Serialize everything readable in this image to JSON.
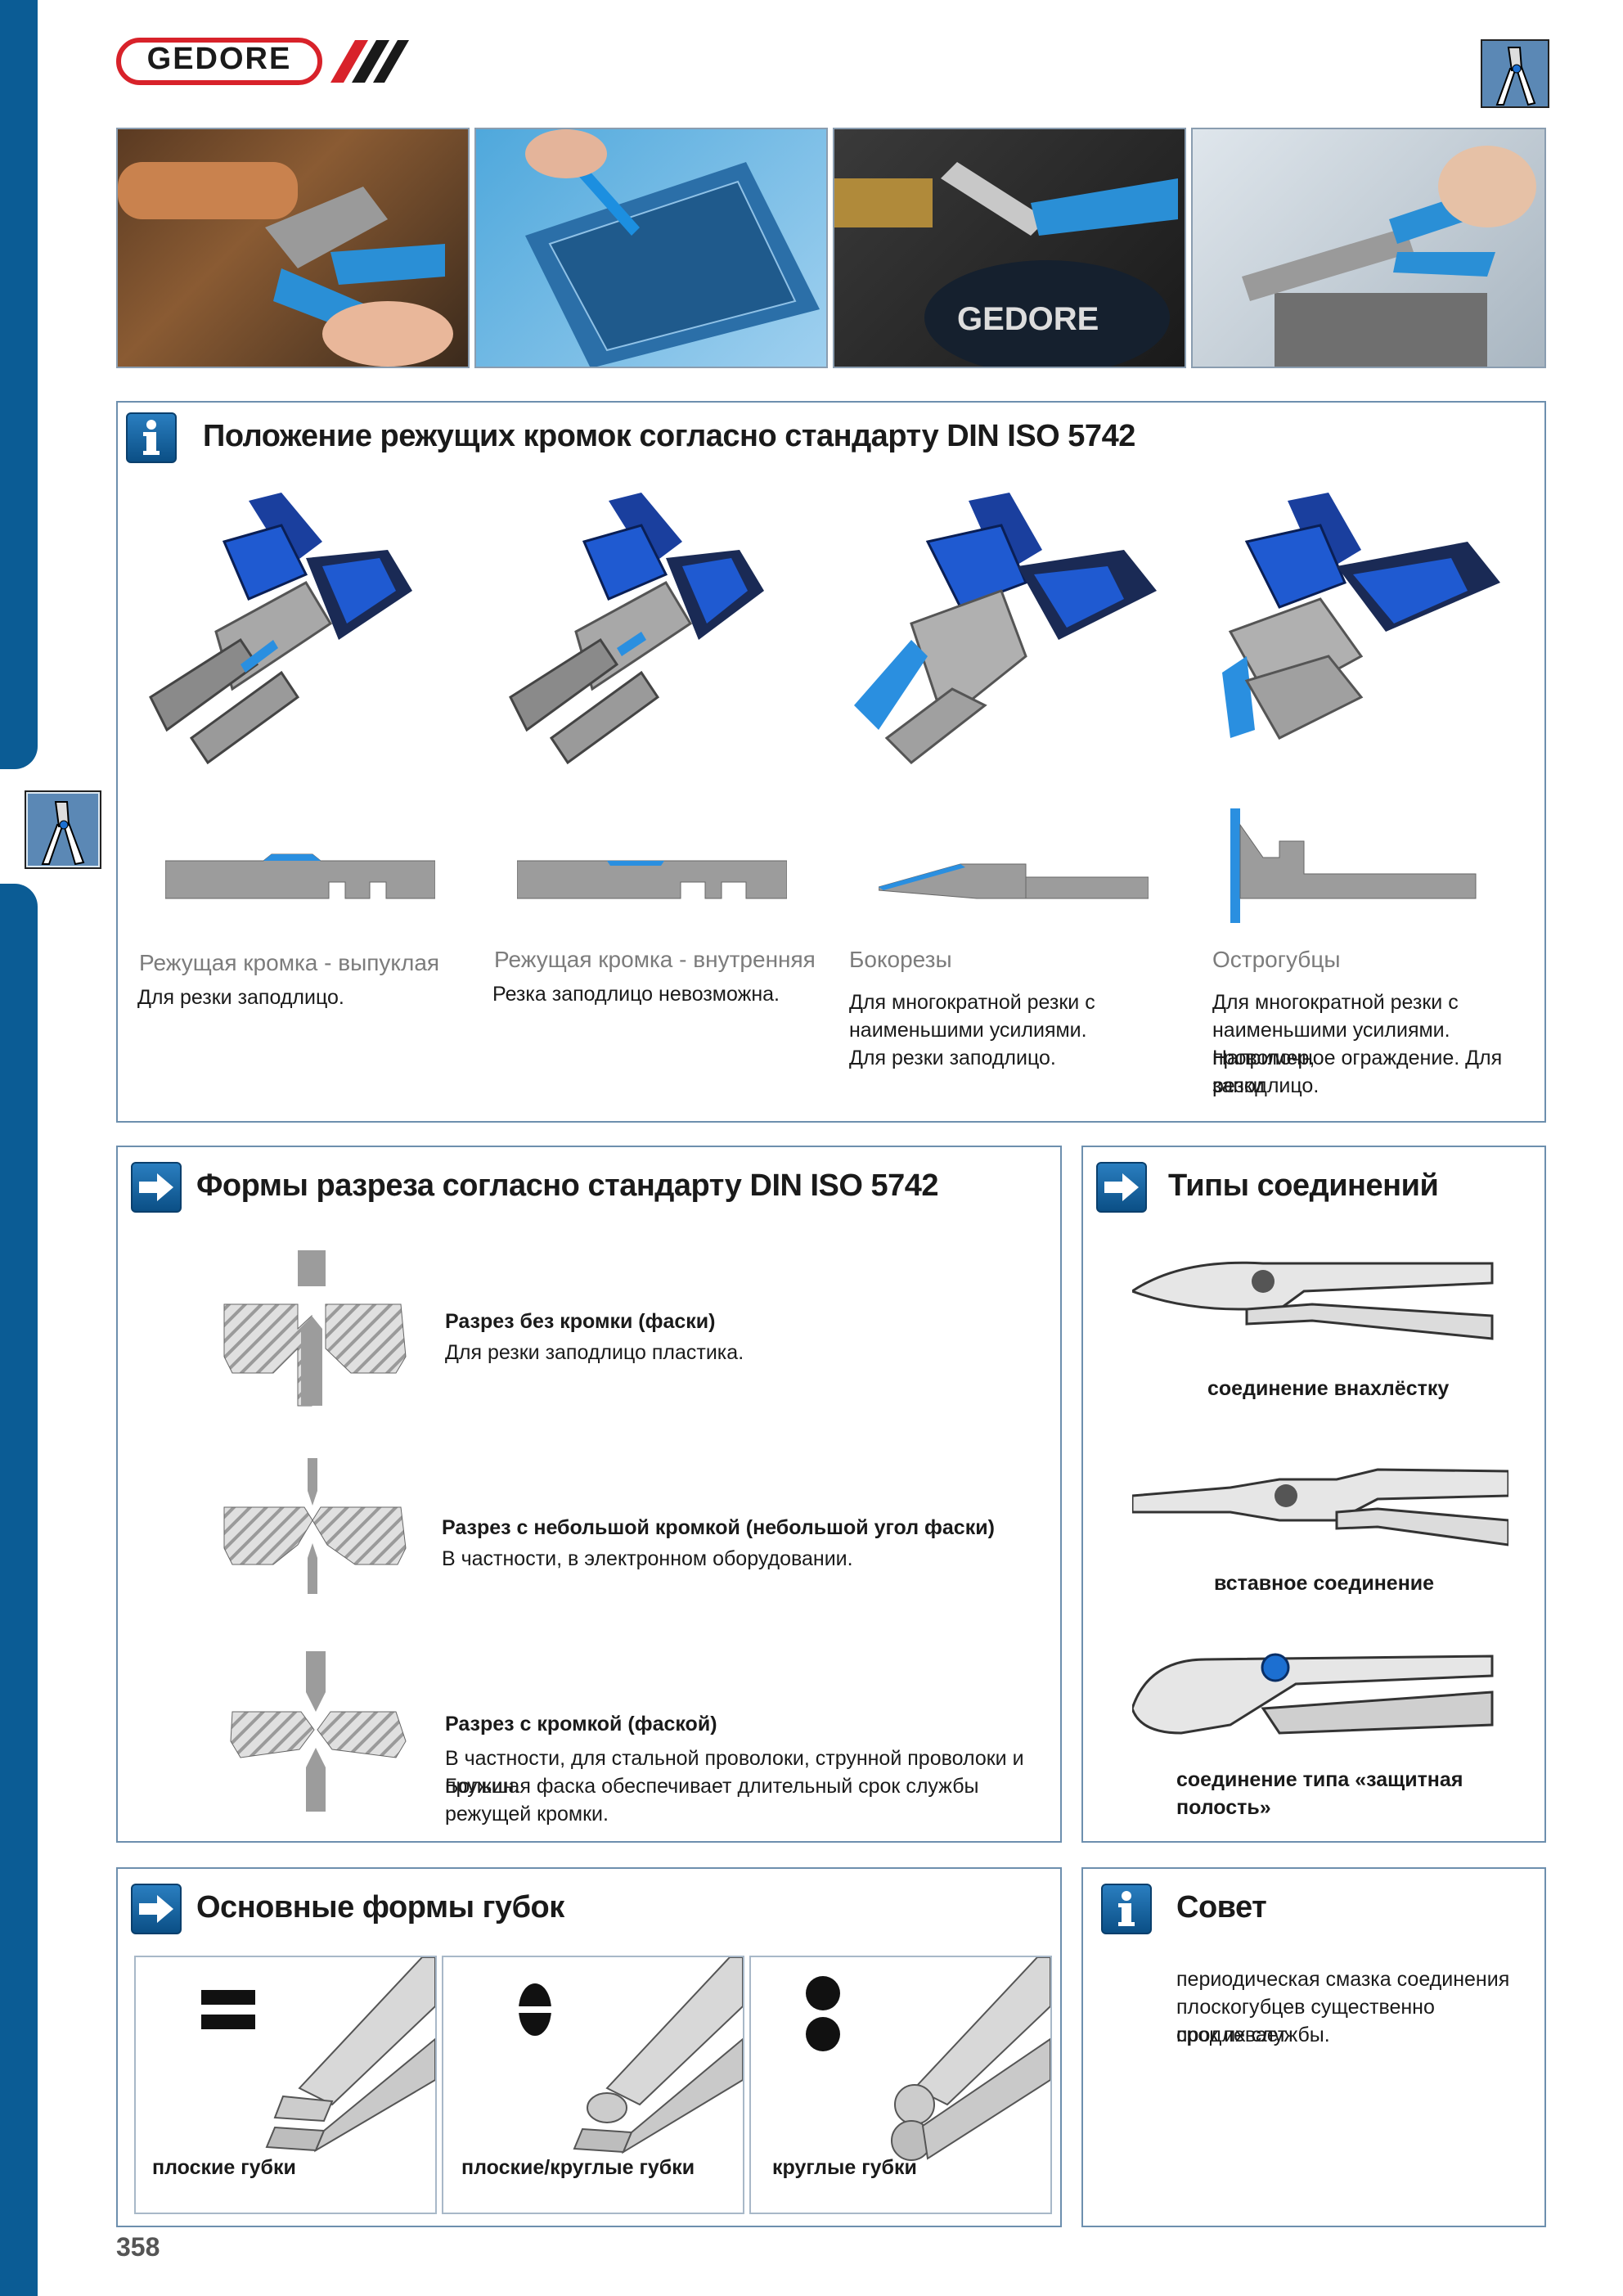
{
  "brand": {
    "logo_text": "GEDORE"
  },
  "section1": {
    "title": "Положение режущих кромок согласно стандарту DIN ISO 5742",
    "items": [
      {
        "heading": "Режущая кромка - выпуклая",
        "desc": [
          "Для резки заподлицо."
        ]
      },
      {
        "heading": "Режущая кромка - внутренняя",
        "desc": [
          "Резка заподлицо невозможна."
        ]
      },
      {
        "heading": "Бокорезы",
        "desc": [
          "Для многократной резки с",
          "наименьшими усилиями.",
          "Для резки заподлицо."
        ]
      },
      {
        "heading": "Острогубцы",
        "desc": [
          "Для многократной резки с",
          "наименьшими усилиями. Например,",
          "проволочное ограждение. Для резки",
          "заподлицо."
        ]
      }
    ]
  },
  "section2": {
    "title": "Формы разреза согласно стандарту DIN ISO 5742",
    "items": [
      {
        "heading": "Разрез без кромки (фаски)",
        "desc": [
          "Для резки заподлицо пластика."
        ]
      },
      {
        "heading": "Разрез с небольшой кромкой (небольшой угол фаски)",
        "desc": [
          "В частности, в электронном оборудовании."
        ]
      },
      {
        "heading": "Разрез с кромкой (фаской)",
        "desc": [
          "В частности, для стальной проволоки, струнной проволоки и пружин.",
          "Большая фаска обеспечивает длительный срок службы режущей кромки."
        ]
      }
    ]
  },
  "section3": {
    "title": "Типы соединений",
    "items": [
      "соединение внахлёстку",
      "вставное соединение",
      "соединение типа «защитная полость»"
    ]
  },
  "section4": {
    "title": "Основные формы губок",
    "items": [
      "плоские губки",
      "плоские/круглые губки",
      "круглые губки"
    ]
  },
  "section5": {
    "title": "Совет",
    "text": [
      "периодическая смазка соединения",
      "плоскогубцев существенно продлевает",
      "срок их службы."
    ]
  },
  "page_number": "358",
  "colors": {
    "brand_blue": "#0b5c95",
    "panel_border": "#6d8fae",
    "logo_red": "#d8222a",
    "tool_blue": "#1c6fd1"
  }
}
